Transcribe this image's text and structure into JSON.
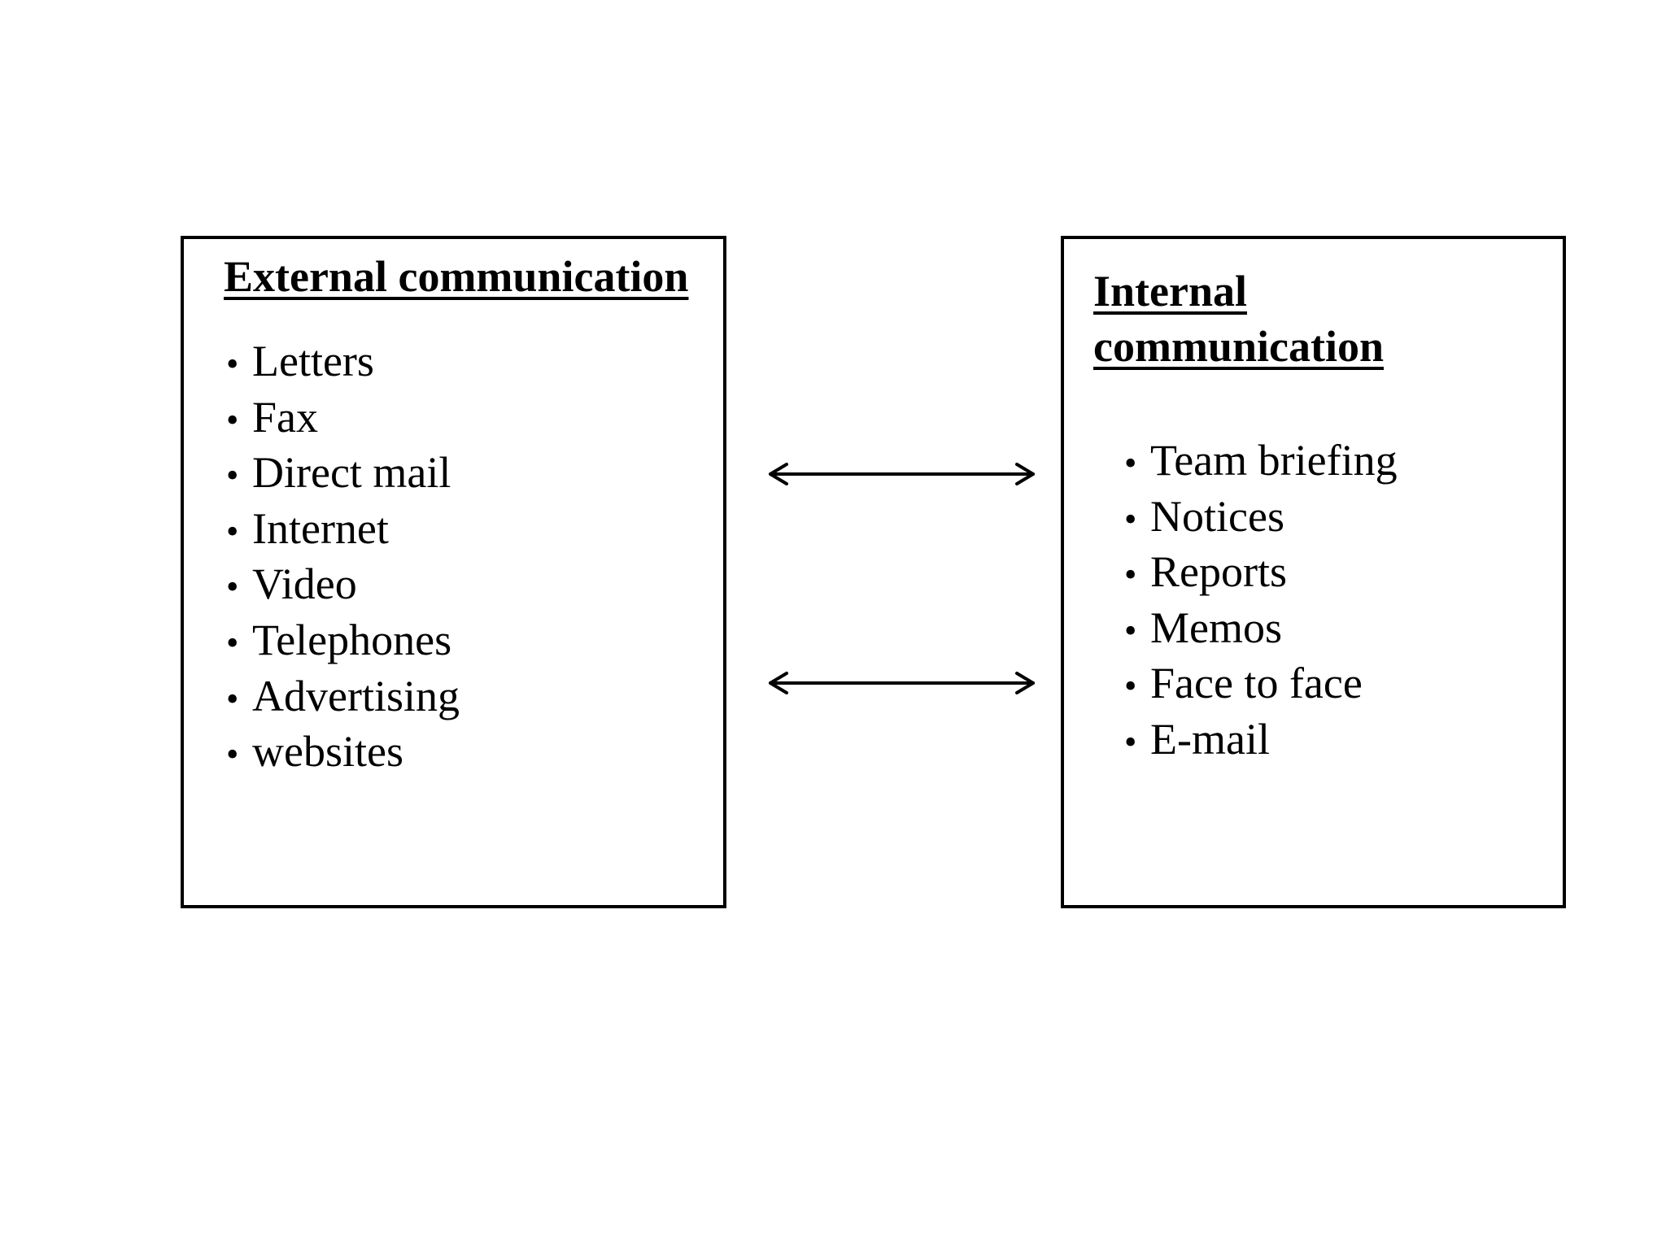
{
  "external": {
    "heading": "External communication",
    "items": [
      "Letters",
      "Fax",
      "Direct mail",
      "Internet",
      "Video",
      "Telephones",
      "Advertising",
      "websites"
    ]
  },
  "internal": {
    "heading_line1": "Internal",
    "heading_line2": "communication",
    "items": [
      "Team briefing",
      "Notices",
      "Reports",
      "Memos",
      "Face to face",
      "E-mail"
    ]
  },
  "bullet_glyph": "•",
  "connectors": [
    {
      "from": "external",
      "to": "internal",
      "direction": "both"
    },
    {
      "from": "external",
      "to": "internal",
      "direction": "both"
    }
  ],
  "colors": {
    "line": "#000000",
    "text": "#000000",
    "background": "#ffffff"
  }
}
